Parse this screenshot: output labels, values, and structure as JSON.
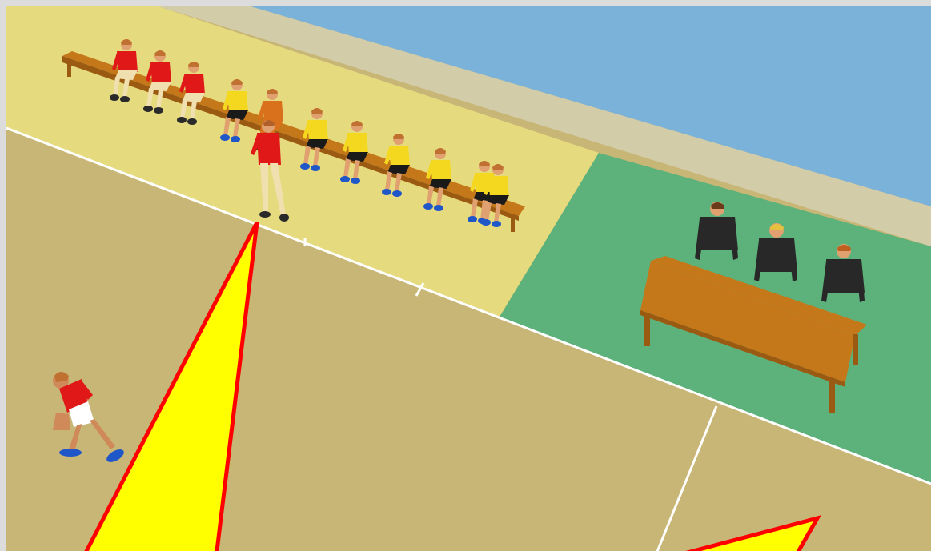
{
  "scene": {
    "type": "handball-substitution-zone-illustration",
    "colors": {
      "frame": "#dcdcdc",
      "court": "#c8b676",
      "bench_area": "#e6da7e",
      "officials_area": "#5cb27a",
      "walkway": "#d2cca8",
      "wall": "#7ab2da",
      "court_lines": "#ffffff",
      "callout_fill": "#ffff00",
      "callout_stroke": "#ff0000",
      "team_officials_shirt": "#e01818",
      "substitutes_shirt": "#f4d820",
      "substitutes_shorts": "#1a1a1a",
      "goalkeeper_shirt": "#d8701c",
      "shoes": "#1f56c8",
      "timekeeper_shirt": "#282828",
      "furniture_wood": "#c5781a"
    },
    "team_officials_on_bench": 3,
    "substitutes_on_bench": 7,
    "goalkeeper_substitute_on_bench": 1,
    "team_official_standing": 1,
    "table_officials": 3,
    "players_on_court": 1,
    "callouts": 2
  }
}
